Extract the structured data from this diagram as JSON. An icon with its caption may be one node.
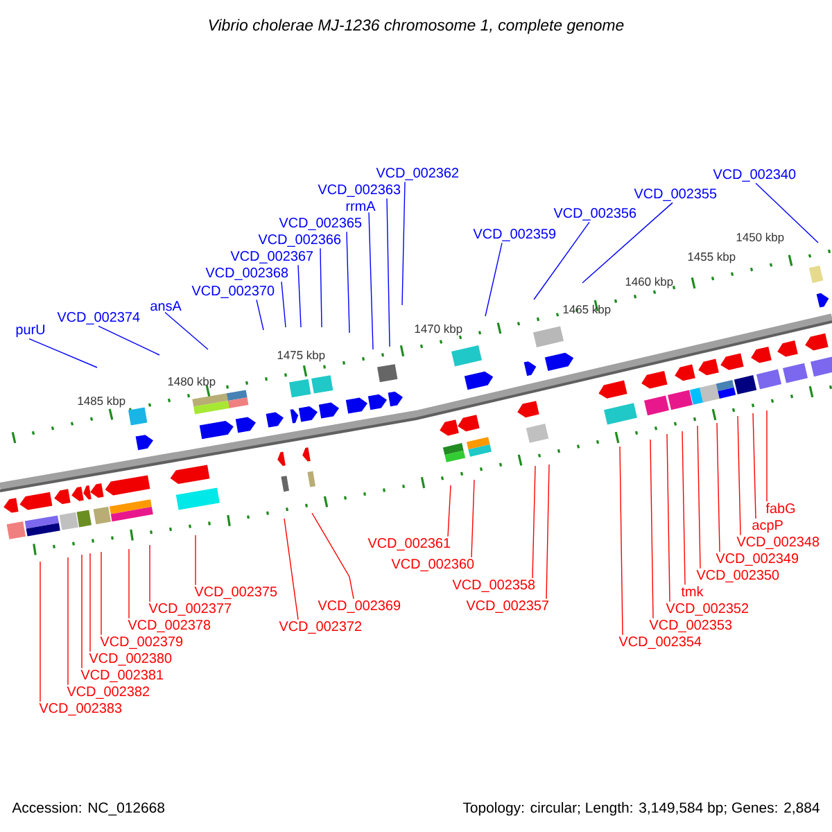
{
  "diagram": {
    "title": "Vibrio cholerae MJ-1236 chromosome 1, complete genome",
    "nodes": [
      {
        "text": [
          "purU"
        ]
      },
      {
        "text": [
          "VCD_002374"
        ]
      },
      {
        "text": [
          "ansA"
        ]
      },
      {
        "text": [
          "VCD_002370"
        ]
      },
      {
        "text": [
          "VCD_002368"
        ]
      },
      {
        "text": [
          "VCD_002366"
        ]
      },
      {
        "text": [
          "VCD_002367"
        ]
      },
      {
        "text": [
          "rrmA"
        ]
      },
      {
        "text": [
          "VCD_002365"
        ]
      },
      {
        "text": [
          "VCD_002363"
        ]
      },
      {
        "text": [
          "VCD_002362"
        ]
      },
      {
        "text": [
          "VCD_002359"
        ]
      },
      {
        "text": [
          "VCD_002356"
        ]
      },
      {
        "text": [
          "VCD_002355"
        ]
      },
      {
        "text": [
          "VCD_002340"
        ]
      },
      {
        "text": [
          "VCD_002383"
        ]
      },
      {
        "text": [
          "VCD_002379"
        ]
      },
      {
        "text": [
          "VCD_002375"
        ]
      },
      {
        "text": [
          "VCD_002377"
        ]
      },
      {
        "text": [
          "VCD_002378"
        ]
      },
      {
        "text": [
          "VCD_002380"
        ]
      },
      {
        "text": [
          "VCD_002381"
        ]
      },
      {
        "text": [
          "VCD_002382"
        ]
      },
      {
        "text": [
          "VCD_002372"
        ]
      },
      {
        "text": [
          "VCD_002369"
        ]
      },
      {
        "text": [
          "VCD_002361"
        ]
      },
      {
        "text": [
          "VCD_002360"
        ]
      },
      {
        "text": [
          "VCD_002358"
        ]
      },
      {
        "text": [
          "VCD_002357"
        ]
      },
      {
        "text": [
          "VCD_002354"
        ]
      },
      {
        "text": [
          "VCD_002353"
        ]
      },
      {
        "text": [
          "VCD_002352"
        ]
      },
      {
        "text": [
          "tmk"
        ]
      },
      {
        "text": [
          "VCD_002350"
        ]
      },
      {
        "text": [
          "VCD_002349"
        ]
      },
      {
        "text": [
          "VCD_002348"
        ]
      },
      {
        "text": [
          "acpP"
        ]
      },
      {
        "text": [
          "fabG"
        ]
      }
    ],
    "edges": [
      {
        "from": 0,
        "to": null,
        "arrow": "none",
        "color": "#0000ff"
      },
      {
        "from": 1,
        "to": null,
        "arrow": "none",
        "color": "#0000ff"
      },
      {
        "from": 2,
        "to": null,
        "arrow": "none",
        "color": "#0000ff"
      },
      {
        "from": 3,
        "to": null,
        "arrow": "none",
        "color": "#0000ff"
      },
      {
        "from": 4,
        "to": null,
        "arrow": "none",
        "color": "#0000ff"
      },
      {
        "from": 5,
        "to": null,
        "arrow": "none",
        "color": "#0000ff"
      },
      {
        "from": 6,
        "to": null,
        "arrow": "none",
        "color": "#0000ff"
      },
      {
        "from": 7,
        "to": null,
        "arrow": "none",
        "color": "#0000ff"
      },
      {
        "from": 8,
        "to": null,
        "arrow": "none",
        "color": "#0000ff"
      },
      {
        "from": 9,
        "to": null,
        "arrow": "none",
        "color": "#0000ff"
      },
      {
        "from": 10,
        "to": null,
        "arrow": "none",
        "color": "#0000ff"
      },
      {
        "from": 11,
        "to": null,
        "arrow": "none",
        "color": "#0000ff"
      },
      {
        "from": 12,
        "to": null,
        "arrow": "none",
        "color": "#0000ff"
      },
      {
        "from": 13,
        "to": null,
        "arrow": "none",
        "color": "#0000ff"
      },
      {
        "from": 14,
        "to": null,
        "arrow": "none",
        "color": "#0000ff"
      },
      {
        "from": 15,
        "to": null,
        "arrow": "none"
      },
      {
        "from": 16,
        "to": null,
        "arrow": "none"
      },
      {
        "from": 17,
        "to": null,
        "arrow": "none"
      },
      {
        "from": 18,
        "to": null,
        "arrow": "none"
      },
      {
        "from": 19,
        "to": null,
        "arrow": "none"
      },
      {
        "from": 20,
        "to": null,
        "arrow": "none"
      },
      {
        "from": 21,
        "to": null,
        "arrow": "none"
      },
      {
        "from": 22,
        "to": null,
        "arrow": "none"
      },
      {
        "from": 23,
        "to": null,
        "arrow": "none"
      },
      {
        "from": 24,
        "to": null,
        "arrow": "none"
      },
      {
        "from": 25,
        "to": null,
        "arrow": "none"
      },
      {
        "from": 26,
        "to": null,
        "arrow": "none"
      },
      {
        "from": 27,
        "to": null,
        "arrow": "none"
      },
      {
        "from": 28,
        "to": null,
        "arrow": "none"
      },
      {
        "from": 29,
        "to": null,
        "arrow": "none"
      },
      {
        "from": 30,
        "to": null,
        "arrow": "none"
      },
      {
        "from": 31,
        "to": null,
        "arrow": "none"
      },
      {
        "from": 32,
        "to": null,
        "arrow": "none"
      },
      {
        "from": 33,
        "to": null,
        "arrow": "none"
      },
      {
        "from": 34,
        "to": null,
        "arrow": "none"
      },
      {
        "from": 35,
        "to": null,
        "arrow": "none"
      },
      {
        "from": 36,
        "to": null,
        "arrow": "none"
      },
      {
        "from": 37,
        "to": null,
        "arrow": "none"
      }
    ],
    "labels": [
      "1485 kbp",
      "1480 kbp",
      "1475 kbp",
      "1470 kbp",
      "1465 kbp",
      "1460 kbp",
      "1455 kbp",
      "1450 kbp",
      "Accession: NC_012668",
      "Topology: circular; Length: 3,149,584 bp; Genes: 2,884"
    ]
  }
}
